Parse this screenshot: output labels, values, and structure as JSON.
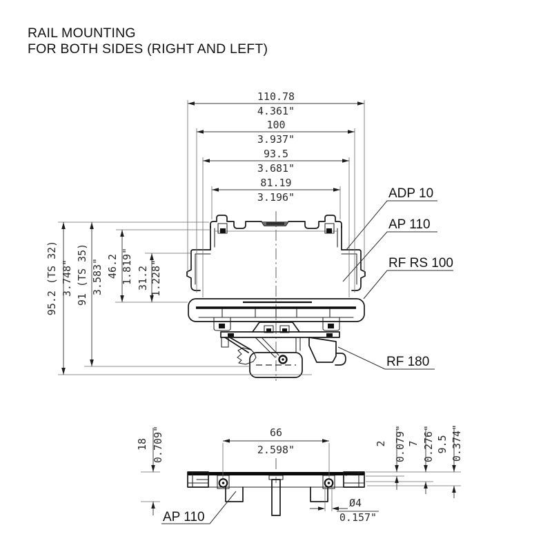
{
  "title": {
    "line1": "RAIL MOUNTING",
    "line2": "FOR BOTH SIDES (RIGHT AND LEFT)"
  },
  "colors": {
    "line": "#151515",
    "dim_text": "#2b2b2b",
    "background": "#ffffff"
  },
  "main_view": {
    "width_dims": [
      {
        "mm": "110.78",
        "inch": "4.361\""
      },
      {
        "mm": "100",
        "inch": "3.937\""
      },
      {
        "mm": "93.5",
        "inch": "3.681\""
      },
      {
        "mm": "81.19",
        "inch": "3.196\""
      }
    ],
    "height_dims": [
      {
        "mm": "95.2 (TS 32)",
        "inch": "3.748\""
      },
      {
        "mm": "91 (TS 35)",
        "inch": "3.583\""
      },
      {
        "mm": "46.2",
        "inch": "1.819\""
      },
      {
        "mm": "31.2",
        "inch": "1.228\""
      }
    ],
    "labels": {
      "adapter": "ADP 10",
      "housing": "AP 110",
      "rail_foot": "RF RS 100",
      "rail_foot_deep": "RF 180"
    }
  },
  "bottom_view": {
    "label": "AP 110",
    "dims": {
      "hole_spacing": {
        "mm": "66",
        "inch": "2.598\""
      },
      "foot_height": {
        "mm": "18",
        "inch": "0.709\""
      },
      "hole_dia": {
        "mm": "Ø4",
        "inch": "0.157\""
      },
      "plate_thk": {
        "mm": "2",
        "inch": "0.079\""
      },
      "step_depth": {
        "mm": "7",
        "inch": "0.276\""
      },
      "total_depth": {
        "mm": "9.5",
        "inch": "0.374\""
      }
    }
  }
}
